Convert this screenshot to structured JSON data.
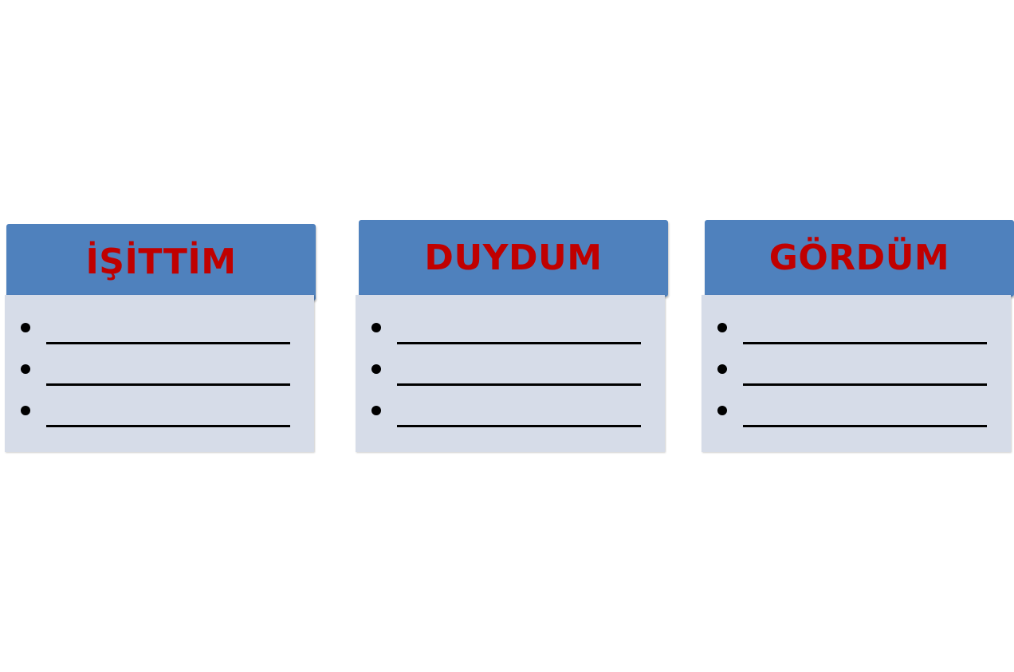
{
  "colors": {
    "header_fill": "#4f81bd",
    "body_fill": "#d6dce8",
    "title_text": "#c00000"
  },
  "cards": [
    {
      "title": "İŞİTTİM",
      "items": [
        "",
        "",
        ""
      ]
    },
    {
      "title": "DUYDUM",
      "items": [
        "",
        "",
        ""
      ]
    },
    {
      "title": "GÖRDÜM",
      "items": [
        "",
        "",
        ""
      ]
    }
  ]
}
